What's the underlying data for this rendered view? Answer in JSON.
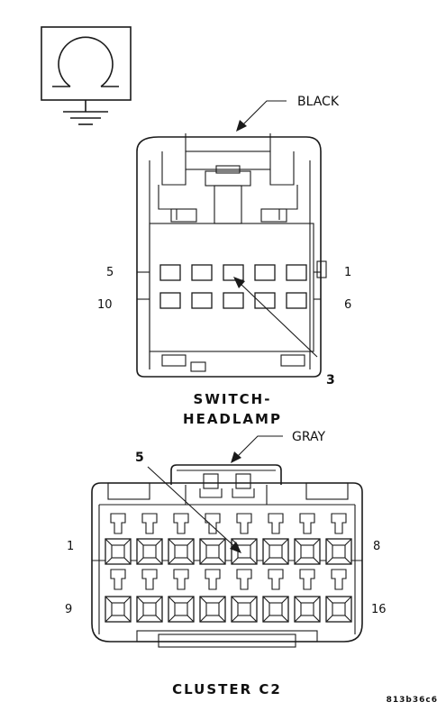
{
  "ground_symbol": {
    "icon": "ground-icon"
  },
  "switch_connector": {
    "color_label": "BLACK",
    "name_line1": "SWITCH-",
    "name_line2": "HEADLAMP",
    "pin_top_left": "5",
    "pin_top_right": "1",
    "pin_bottom_left": "10",
    "pin_bottom_right": "6",
    "callout": "3",
    "rows": 2,
    "cols": 5
  },
  "cluster_connector": {
    "color_label": "GRAY",
    "name": "CLUSTER C2",
    "pin_top_left": "1",
    "pin_top_right": "8",
    "pin_bottom_left": "9",
    "pin_bottom_right": "16",
    "callout": "5",
    "rows": 2,
    "cols": 8
  },
  "figure_code": "813b36c6"
}
